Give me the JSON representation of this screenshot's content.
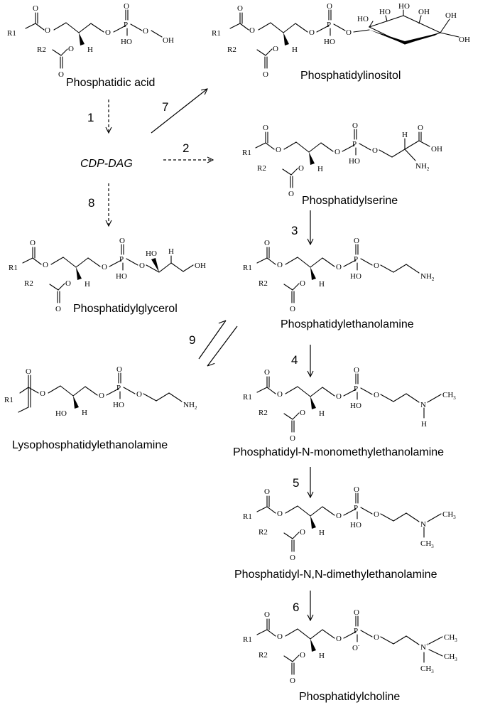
{
  "compounds": {
    "phosphatidic_acid": "Phosphatidic acid",
    "phosphatidylinositol": "Phosphatidylinositol",
    "phosphatidylserine": "Phosphatidylserine",
    "phosphatidylglycerol": "Phosphatidylglycerol",
    "phosphatidylethanolamine": "Phosphatidylethanolamine",
    "lysophosphatidylethanolamine": "Lysophosphatidylethanolamine",
    "pmme": "Phosphatidyl-N-monomethylethanolamine",
    "pdme": "Phosphatidyl-N,N-dimethylethanolamine",
    "phosphatidylcholine": "Phosphatidylcholine"
  },
  "intermediate": "CDP-DAG",
  "steps": {
    "s1": "1",
    "s2": "2",
    "s3": "3",
    "s4": "4",
    "s5": "5",
    "s6": "6",
    "s7": "7",
    "s8": "8",
    "s9": "9"
  },
  "atoms": {
    "r1": "R1",
    "r2": "R2",
    "o": "O",
    "p": "P",
    "h": "H",
    "ho": "HO",
    "oh": "OH",
    "n": "N",
    "nh2": "NH",
    "ch3": "CH",
    "sub2": "2",
    "sub3": "3",
    "plus": "+",
    "minus": "-"
  }
}
